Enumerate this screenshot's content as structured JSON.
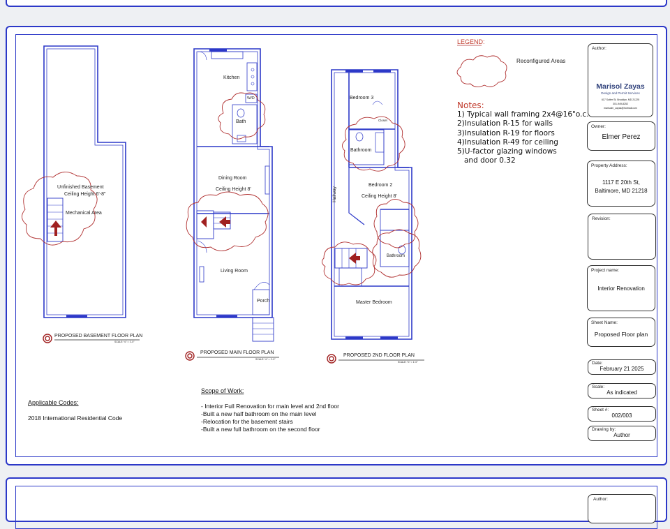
{
  "legend": {
    "title": "LEGEND:",
    "label": "Reconfigured Areas"
  },
  "notes": {
    "title": "Notes:",
    "items": [
      "1) Typical wall framing 2x4@16\"o.c.",
      "2)Insulation R-15 for walls",
      "3)Insulation R-19 for floors",
      "4)Insulation R-49 for ceiling",
      "5)U-factor glazing windows",
      "and door 0.32"
    ]
  },
  "codes": {
    "title": "Applicable Codes:",
    "text": "2018 International Residential Code"
  },
  "scope": {
    "title": "Scope of Work:",
    "items": [
      "- Interior Full Renovation for main level and 2nd floor",
      "-Built a new half bathroom on the main level",
      "-Relocation for the basement stairs",
      "-Built a new full bathroom on the second floor"
    ]
  },
  "plans": {
    "basement": {
      "title": "PROPOSED BASEMENT FLOOR PLAN",
      "scale": "SCALE: ⅛\" = 1'-0\"",
      "room": "Unfinished Basement",
      "ceiling": "Ceiling Height 6'-8\"",
      "area": "Mechanical Area"
    },
    "main": {
      "title": "PROPOSED MAIN FLOOR PLAN",
      "scale": "SCALE: ⅛\" = 1'-0\"",
      "kitchen": "Kitchen",
      "wd": "W/D",
      "bath": "Bath",
      "dining": "Dining Room",
      "ceiling": "Ceiling Height 8'",
      "living": "Living Room",
      "porch": "Porch"
    },
    "second": {
      "title": "PROPOSED 2ND FLOOR PLAN",
      "scale": "SCALE: ⅛\" = 1'-0\"",
      "bedroom3": "Bedroom 3",
      "closet": "Closet",
      "bathroom": "Bathroom",
      "bedroom2": "Bedroom 2",
      "ceiling": "Ceiling Height 8'",
      "hallway": "Hallway",
      "bathroom2": "Bathroom",
      "master": "Master Bedroom"
    }
  },
  "title_block": {
    "author_label": "Author:",
    "company": "Marisol Zayas",
    "company_sub": "Design and Permit Services",
    "company_addr": "617 Sutter St, Brooklyn, MD 21225",
    "company_phone": "301-949-8252",
    "company_email": "marisolm_zayas@hotmail.com",
    "owner_label": "Owner:",
    "owner": "Elmer Perez",
    "address_label": "Property Address:",
    "address_line1": "1117 E 20th St,",
    "address_line2": "Baltimore, MD 21218",
    "revision_label": "Revision:",
    "project_label": "Project name:",
    "project": "Interior Renovation",
    "sheetname_label": "Sheet Name:",
    "sheetname": "Proposed Floor plan",
    "date_label": "Date:",
    "date": "February 21 2025",
    "scale_label": "Scale:",
    "scale": "As indicated",
    "sheet_label": "Sheet #:",
    "sheet": "002/003",
    "drawnby_label": "Drawing by:",
    "drawnby": "Author",
    "next_author_label": "Author:"
  },
  "colors": {
    "wall": "#2c38c8",
    "cloud": "#b03030",
    "text": "#222222"
  }
}
